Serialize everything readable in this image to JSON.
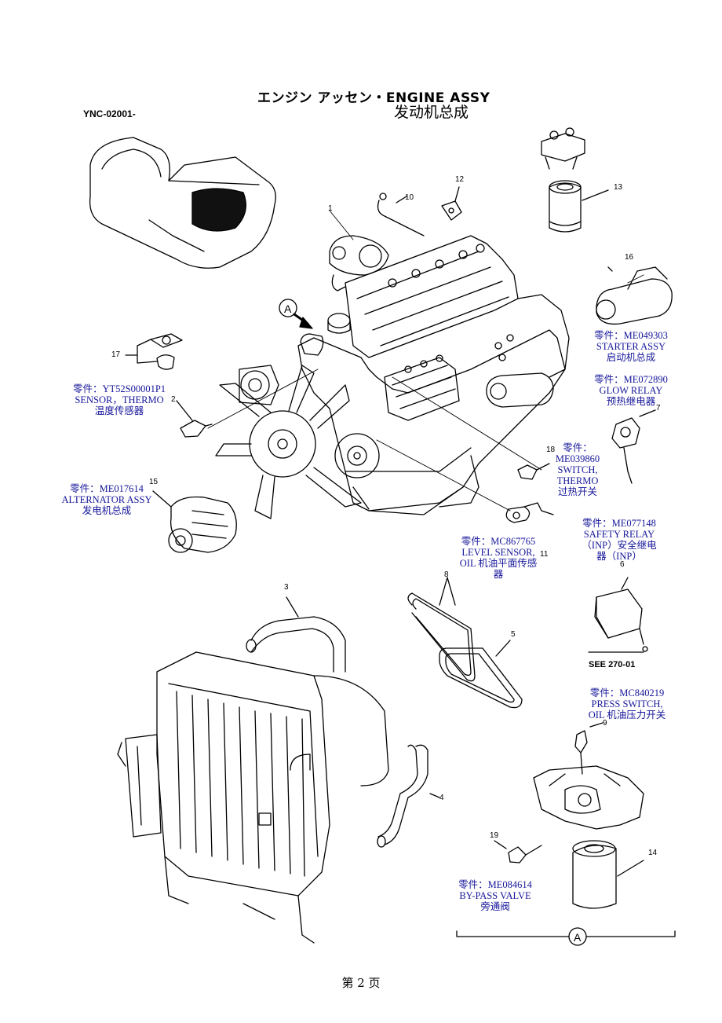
{
  "header": {
    "title_jp": "エンジン アッセン・ENGINE ASSY",
    "title_cn": "发动机总成",
    "code": "YNC-02001-"
  },
  "callout_numbers": [
    "1",
    "2",
    "3",
    "4",
    "5",
    "6",
    "7",
    "8",
    "9",
    "10",
    "11",
    "12",
    "13",
    "14",
    "15",
    "16",
    "17",
    "18",
    "19"
  ],
  "reference_marker": "A",
  "see_ref": "SEE 270-01",
  "labels": {
    "starter": {
      "part": "零件：ME049303",
      "en": "STARTER ASSY",
      "cn": "启动机总成"
    },
    "glow": {
      "part": "零件：ME072890",
      "en": "GLOW RELAY",
      "cn": "预热继电器"
    },
    "sensor_thermo": {
      "part": "零件：YT52S00001P1",
      "en": "SENSOR，THERMO",
      "cn": "温度传感器"
    },
    "switch_thermo": {
      "part": "零件：",
      "part2": "ME039860",
      "en": "SWITCH,",
      "en2": "THERMO",
      "cn": "过热开关"
    },
    "alternator": {
      "part": "零件：ME017614",
      "en": "ALTERNATOR ASSY",
      "cn": "发电机总成"
    },
    "safety_relay": {
      "part": "零件：ME077148",
      "en": "SAFETY RELAY",
      "cn": "（INP）安全继电",
      "cn2": "器（INP）"
    },
    "level_sensor": {
      "part": "零件：MC867765",
      "en": "LEVEL SENSOR,",
      "cn": "OIL 机油平面传感",
      "cn2": "器"
    },
    "press_switch": {
      "part": "零件：MC840219",
      "en": "PRESS SWITCH,",
      "cn": "OIL 机油压力开关"
    },
    "bypass": {
      "part": "零件：ME084614",
      "en": "BY-PASS VALVE",
      "cn": "旁通阀"
    }
  },
  "footer": {
    "page": "第 2 页"
  },
  "colors": {
    "label": "#16169a",
    "line": "#000000"
  }
}
